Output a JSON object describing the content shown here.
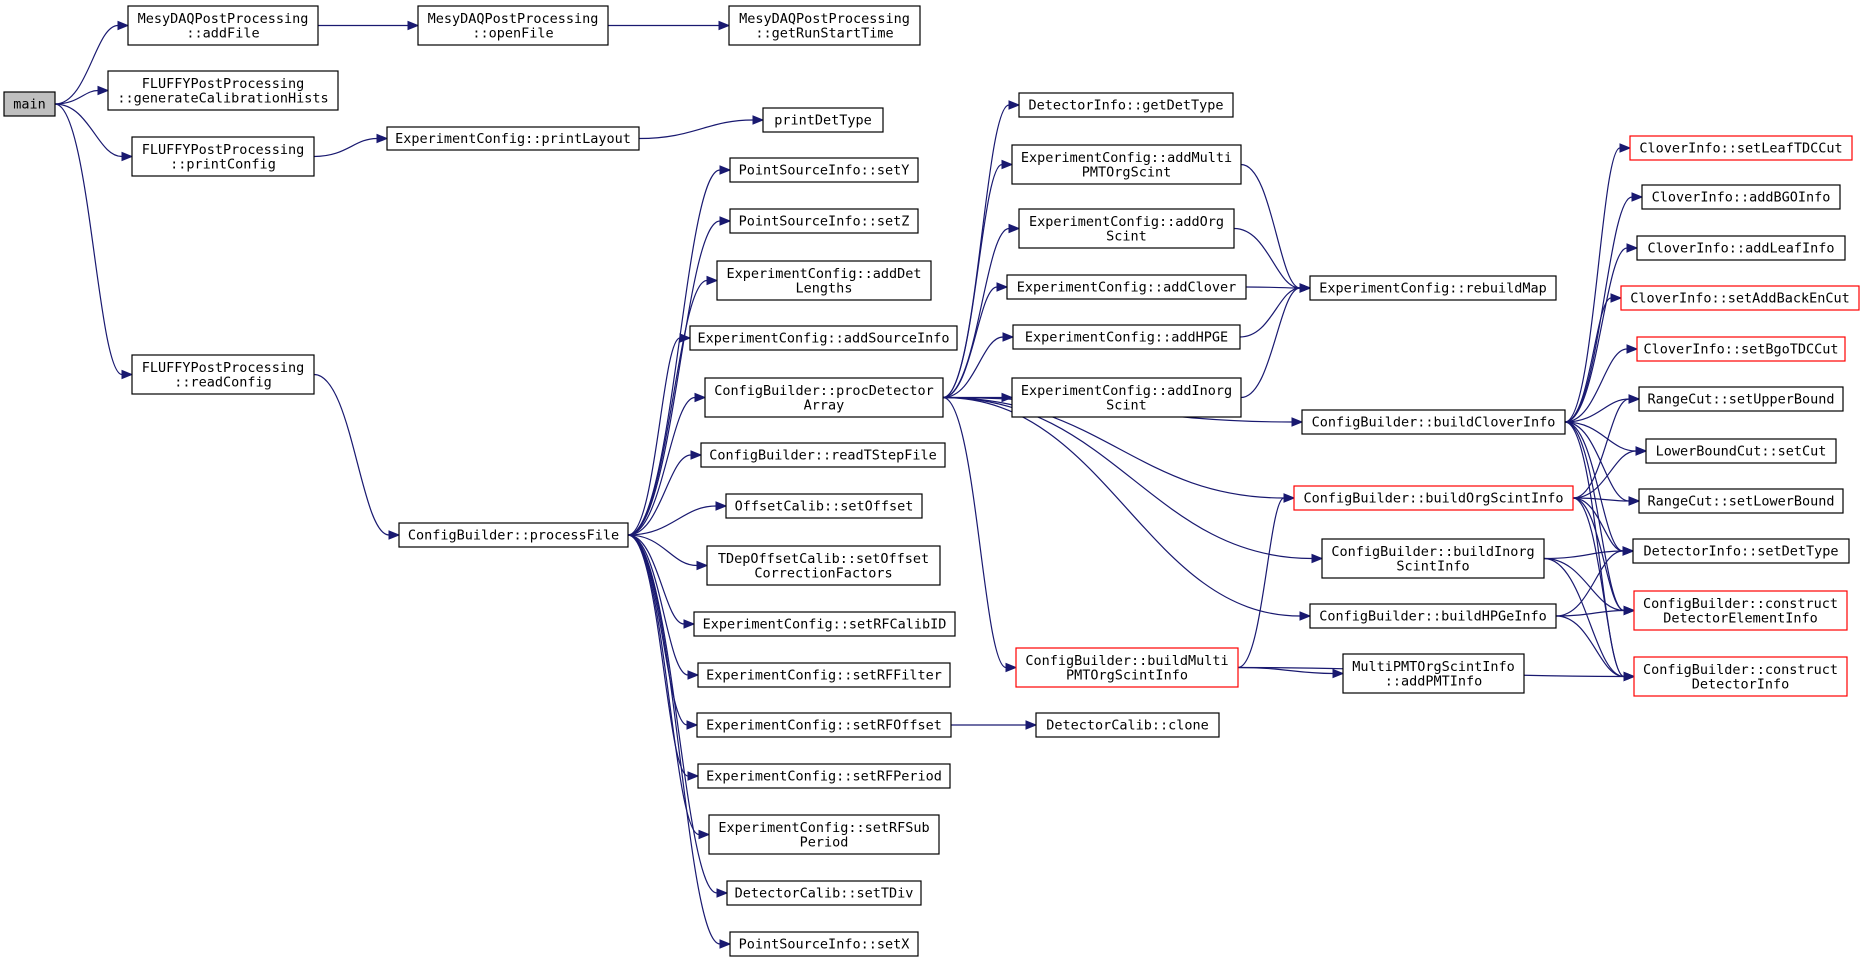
{
  "colors": {
    "edge": "#191970",
    "node_border": "#000000",
    "truncated_border": "#ff0000",
    "root_fill": "#bfbfbf"
  },
  "nodes": [
    {
      "id": "main",
      "lines": [
        "main"
      ]
    },
    {
      "id": "addFile",
      "lines": [
        "MesyDAQPostProcessing",
        "::addFile"
      ]
    },
    {
      "id": "openFile",
      "lines": [
        "MesyDAQPostProcessing",
        "::openFile"
      ]
    },
    {
      "id": "getRunStartTime",
      "lines": [
        "MesyDAQPostProcessing",
        "::getRunStartTime"
      ]
    },
    {
      "id": "genCalib",
      "lines": [
        "FLUFFYPostProcessing",
        "::generateCalibrationHists"
      ]
    },
    {
      "id": "printConfig",
      "lines": [
        "FLUFFYPostProcessing",
        "::printConfig"
      ]
    },
    {
      "id": "printLayout",
      "lines": [
        "ExperimentConfig::printLayout"
      ]
    },
    {
      "id": "printDetType",
      "lines": [
        "printDetType"
      ]
    },
    {
      "id": "readConfig",
      "lines": [
        "FLUFFYPostProcessing",
        "::readConfig"
      ]
    },
    {
      "id": "processFile",
      "lines": [
        "ConfigBuilder::processFile"
      ]
    },
    {
      "id": "psSetY",
      "lines": [
        "PointSourceInfo::setY"
      ]
    },
    {
      "id": "psSetZ",
      "lines": [
        "PointSourceInfo::setZ"
      ]
    },
    {
      "id": "addDetLengths",
      "lines": [
        "ExperimentConfig::addDet",
        "Lengths"
      ]
    },
    {
      "id": "addSourceInfo",
      "lines": [
        "ExperimentConfig::addSourceInfo"
      ]
    },
    {
      "id": "procDetArray",
      "lines": [
        "ConfigBuilder::procDetector",
        "Array"
      ]
    },
    {
      "id": "readTStep",
      "lines": [
        "ConfigBuilder::readTStepFile"
      ]
    },
    {
      "id": "setOffset",
      "lines": [
        "OffsetCalib::setOffset"
      ]
    },
    {
      "id": "setOffsetCorr",
      "lines": [
        "TDepOffsetCalib::setOffset",
        "CorrectionFactors"
      ]
    },
    {
      "id": "setRFCalibID",
      "lines": [
        "ExperimentConfig::setRFCalibID"
      ]
    },
    {
      "id": "setRFFilter",
      "lines": [
        "ExperimentConfig::setRFFilter"
      ]
    },
    {
      "id": "setRFOffset",
      "lines": [
        "ExperimentConfig::setRFOffset"
      ]
    },
    {
      "id": "setRFPeriod",
      "lines": [
        "ExperimentConfig::setRFPeriod"
      ]
    },
    {
      "id": "setRFSubPeriod",
      "lines": [
        "ExperimentConfig::setRFSub",
        "Period"
      ]
    },
    {
      "id": "setTDiv",
      "lines": [
        "DetectorCalib::setTDiv"
      ]
    },
    {
      "id": "psSetX",
      "lines": [
        "PointSourceInfo::setX"
      ]
    },
    {
      "id": "getDetType",
      "lines": [
        "DetectorInfo::getDetType"
      ]
    },
    {
      "id": "addMultiPMT",
      "lines": [
        "ExperimentConfig::addMulti",
        "PMTOrgScint"
      ]
    },
    {
      "id": "addOrgScint",
      "lines": [
        "ExperimentConfig::addOrg",
        "Scint"
      ]
    },
    {
      "id": "addClover",
      "lines": [
        "ExperimentConfig::addClover"
      ]
    },
    {
      "id": "addHPGE",
      "lines": [
        "ExperimentConfig::addHPGE"
      ]
    },
    {
      "id": "addInorgScint",
      "lines": [
        "ExperimentConfig::addInorg",
        "Scint"
      ]
    },
    {
      "id": "rebuildMap",
      "lines": [
        "ExperimentConfig::rebuildMap"
      ]
    },
    {
      "id": "buildMultiPMT",
      "lines": [
        "ConfigBuilder::buildMulti",
        "PMTOrgScintInfo"
      ],
      "truncated": true
    },
    {
      "id": "detCalibClone",
      "lines": [
        "DetectorCalib::clone"
      ]
    },
    {
      "id": "buildCloverInfo",
      "lines": [
        "ConfigBuilder::buildCloverInfo"
      ]
    },
    {
      "id": "buildOrgScintInfo",
      "lines": [
        "ConfigBuilder::buildOrgScintInfo"
      ],
      "truncated": true
    },
    {
      "id": "buildInorgScint",
      "lines": [
        "ConfigBuilder::buildInorg",
        "ScintInfo"
      ]
    },
    {
      "id": "buildHPGeInfo",
      "lines": [
        "ConfigBuilder::buildHPGeInfo"
      ]
    },
    {
      "id": "addPMTInfo",
      "lines": [
        "MultiPMTOrgScintInfo",
        "::addPMTInfo"
      ]
    },
    {
      "id": "setLeafTDCCut",
      "lines": [
        "CloverInfo::setLeafTDCCut"
      ],
      "truncated": true
    },
    {
      "id": "addBGOInfo",
      "lines": [
        "CloverInfo::addBGOInfo"
      ]
    },
    {
      "id": "addLeafInfo",
      "lines": [
        "CloverInfo::addLeafInfo"
      ]
    },
    {
      "id": "setAddBackEnCut",
      "lines": [
        "CloverInfo::setAddBackEnCut"
      ],
      "truncated": true
    },
    {
      "id": "setBgoTDCCut",
      "lines": [
        "CloverInfo::setBgoTDCCut"
      ],
      "truncated": true
    },
    {
      "id": "setUpperBound",
      "lines": [
        "RangeCut::setUpperBound"
      ]
    },
    {
      "id": "lbSetCut",
      "lines": [
        "LowerBoundCut::setCut"
      ]
    },
    {
      "id": "setLowerBound",
      "lines": [
        "RangeCut::setLowerBound"
      ]
    },
    {
      "id": "setDetType",
      "lines": [
        "DetectorInfo::setDetType"
      ]
    },
    {
      "id": "constructDetElem",
      "lines": [
        "ConfigBuilder::construct",
        "DetectorElementInfo"
      ],
      "truncated": true
    },
    {
      "id": "constructDetInfo",
      "lines": [
        "ConfigBuilder::construct",
        "DetectorInfo"
      ],
      "truncated": true
    }
  ],
  "edges": [
    [
      "main",
      "addFile"
    ],
    [
      "main",
      "genCalib"
    ],
    [
      "main",
      "printConfig"
    ],
    [
      "main",
      "readConfig"
    ],
    [
      "addFile",
      "openFile"
    ],
    [
      "openFile",
      "getRunStartTime"
    ],
    [
      "printConfig",
      "printLayout"
    ],
    [
      "printLayout",
      "printDetType"
    ],
    [
      "readConfig",
      "processFile"
    ],
    [
      "processFile",
      "psSetY"
    ],
    [
      "processFile",
      "psSetZ"
    ],
    [
      "processFile",
      "addDetLengths"
    ],
    [
      "processFile",
      "addSourceInfo"
    ],
    [
      "processFile",
      "procDetArray"
    ],
    [
      "processFile",
      "readTStep"
    ],
    [
      "processFile",
      "setOffset"
    ],
    [
      "processFile",
      "setOffsetCorr"
    ],
    [
      "processFile",
      "setRFCalibID"
    ],
    [
      "processFile",
      "setRFFilter"
    ],
    [
      "processFile",
      "setRFOffset"
    ],
    [
      "processFile",
      "setRFPeriod"
    ],
    [
      "processFile",
      "setRFSubPeriod"
    ],
    [
      "processFile",
      "setTDiv"
    ],
    [
      "processFile",
      "psSetX"
    ],
    [
      "setRFOffset",
      "detCalibClone"
    ],
    [
      "procDetArray",
      "getDetType"
    ],
    [
      "procDetArray",
      "addMultiPMT"
    ],
    [
      "procDetArray",
      "addOrgScint"
    ],
    [
      "procDetArray",
      "addClover"
    ],
    [
      "procDetArray",
      "addHPGE"
    ],
    [
      "procDetArray",
      "addInorgScint"
    ],
    [
      "procDetArray",
      "buildCloverInfo"
    ],
    [
      "procDetArray",
      "buildOrgScintInfo"
    ],
    [
      "procDetArray",
      "buildInorgScint"
    ],
    [
      "procDetArray",
      "buildHPGeInfo"
    ],
    [
      "procDetArray",
      "buildMultiPMT"
    ],
    [
      "addMultiPMT",
      "rebuildMap"
    ],
    [
      "addOrgScint",
      "rebuildMap"
    ],
    [
      "addClover",
      "rebuildMap"
    ],
    [
      "addHPGE",
      "rebuildMap"
    ],
    [
      "addInorgScint",
      "rebuildMap"
    ],
    [
      "buildMultiPMT",
      "buildOrgScintInfo"
    ],
    [
      "buildMultiPMT",
      "addPMTInfo"
    ],
    [
      "buildMultiPMT",
      "constructDetInfo"
    ],
    [
      "buildCloverInfo",
      "setLeafTDCCut"
    ],
    [
      "buildCloverInfo",
      "addBGOInfo"
    ],
    [
      "buildCloverInfo",
      "addLeafInfo"
    ],
    [
      "buildCloverInfo",
      "setAddBackEnCut"
    ],
    [
      "buildCloverInfo",
      "setBgoTDCCut"
    ],
    [
      "buildCloverInfo",
      "setUpperBound"
    ],
    [
      "buildCloverInfo",
      "lbSetCut"
    ],
    [
      "buildCloverInfo",
      "setLowerBound"
    ],
    [
      "buildCloverInfo",
      "setDetType"
    ],
    [
      "buildCloverInfo",
      "constructDetElem"
    ],
    [
      "buildCloverInfo",
      "constructDetInfo"
    ],
    [
      "buildOrgScintInfo",
      "setUpperBound"
    ],
    [
      "buildOrgScintInfo",
      "lbSetCut"
    ],
    [
      "buildOrgScintInfo",
      "setLowerBound"
    ],
    [
      "buildOrgScintInfo",
      "setDetType"
    ],
    [
      "buildOrgScintInfo",
      "constructDetElem"
    ],
    [
      "buildOrgScintInfo",
      "constructDetInfo"
    ],
    [
      "buildInorgScint",
      "setDetType"
    ],
    [
      "buildInorgScint",
      "constructDetElem"
    ],
    [
      "buildInorgScint",
      "constructDetInfo"
    ],
    [
      "buildHPGeInfo",
      "setDetType"
    ],
    [
      "buildHPGeInfo",
      "constructDetElem"
    ],
    [
      "buildHPGeInfo",
      "constructDetInfo"
    ]
  ]
}
